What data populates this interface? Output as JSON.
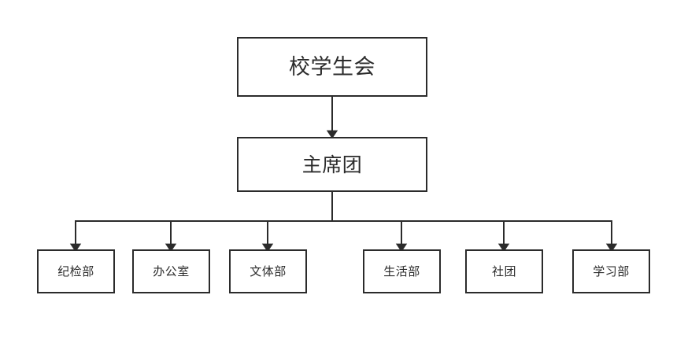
{
  "diagram": {
    "title_text": "校学生会",
    "type": "organization-chart",
    "orientation": "top-down",
    "background_color": "#ffffff",
    "line_color": "#2b2b2b",
    "text_color": "#2b2b2b",
    "box_fill": "#ffffff",
    "stroke_width": 2,
    "arrow_style": "solid-triangle",
    "levels": [
      {
        "level": 1,
        "nodes": [
          {
            "id": "root",
            "label": "校学生会"
          }
        ]
      },
      {
        "level": 2,
        "nodes": [
          {
            "id": "presidium",
            "label": "主席团"
          }
        ]
      },
      {
        "level": 3,
        "nodes": [
          {
            "id": "dept-discipline",
            "label": "纪检部"
          },
          {
            "id": "dept-office",
            "label": "办公室"
          },
          {
            "id": "dept-culture-sports",
            "label": "文体部"
          },
          {
            "id": "dept-living",
            "label": "生活部"
          },
          {
            "id": "dept-clubs",
            "label": "社团"
          },
          {
            "id": "dept-study",
            "label": "学习部"
          }
        ]
      }
    ],
    "edges": [
      {
        "from": "root",
        "to": "presidium",
        "arrow": true
      },
      {
        "from": "presidium",
        "to": "dept-discipline",
        "arrow": true
      },
      {
        "from": "presidium",
        "to": "dept-office",
        "arrow": true
      },
      {
        "from": "presidium",
        "to": "dept-culture-sports",
        "arrow": true
      },
      {
        "from": "presidium",
        "to": "dept-living",
        "arrow": true
      },
      {
        "from": "presidium",
        "to": "dept-clubs",
        "arrow": true
      },
      {
        "from": "presidium",
        "to": "dept-study",
        "arrow": true
      }
    ]
  }
}
